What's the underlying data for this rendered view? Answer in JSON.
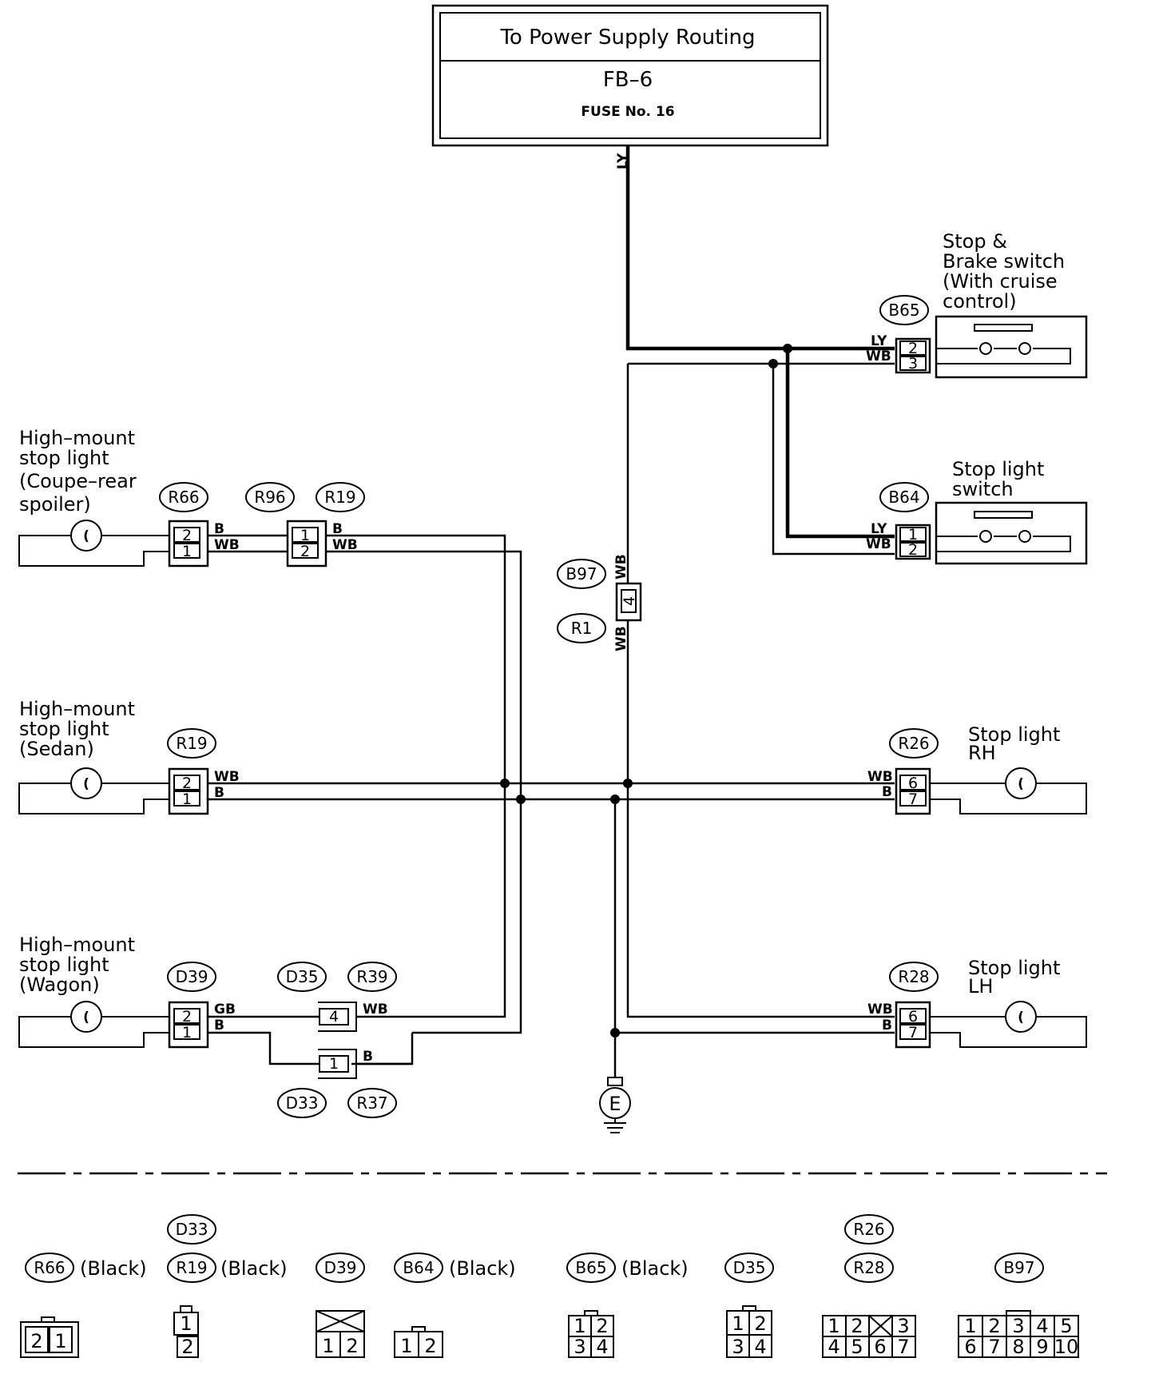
{
  "power_box": {
    "title": "To Power Supply Routing",
    "code": "FB–6",
    "fuse": "FUSE No. 16"
  },
  "wire_colors": {
    "ly": "LY",
    "wb": "WB",
    "b": "B",
    "gb": "GB"
  },
  "components": {
    "stop_brake_switch": [
      "Stop &",
      "Brake switch",
      "(With cruise",
      "control)"
    ],
    "stop_light_switch": [
      "Stop light",
      "switch"
    ],
    "stop_light_rh": [
      "Stop light",
      "RH"
    ],
    "stop_light_lh": [
      "Stop light",
      "LH"
    ],
    "hm_coupe": [
      "High–mount",
      "stop light",
      "(Coupe–rear",
      "spoiler)"
    ],
    "hm_sedan": [
      "High–mount",
      "stop light",
      "(Sedan)"
    ],
    "hm_wagon": [
      "High–mount",
      "stop light",
      "(Wagon)"
    ],
    "ground": "E"
  },
  "connectors": {
    "b65": "B65",
    "b64": "B64",
    "b97": "B97",
    "r1": "R1",
    "r66": "R66",
    "r96": "R96",
    "r19": "R19",
    "r26": "R26",
    "r28": "R28",
    "d39": "D39",
    "d35": "D35",
    "r39": "R39",
    "d33": "D33",
    "r37": "R37"
  },
  "pins": {
    "b65": [
      "2",
      "3"
    ],
    "b64": [
      "1",
      "2"
    ],
    "b97": "4",
    "r66": [
      "2",
      "1"
    ],
    "r19_coupe": [
      "1",
      "2"
    ],
    "r19_sedan": [
      "2",
      "1"
    ],
    "r26": [
      "6",
      "7"
    ],
    "r28": [
      "6",
      "7"
    ],
    "d39": [
      "2",
      "1"
    ],
    "d35": "4",
    "d33": "1"
  },
  "legend": {
    "black": "(Black)",
    "r66": "R66",
    "d33": "D33",
    "r19": "R19",
    "d39": "D39",
    "b64": "B64",
    "b65": "B65",
    "d35": "D35",
    "r26": "R26",
    "r28": "R28",
    "b97": "B97",
    "r66_pins": [
      "2",
      "1"
    ],
    "r19_pins": [
      "1",
      "2"
    ],
    "d39_pins": [
      "1",
      "2"
    ],
    "b64_pins": [
      "1",
      "2"
    ],
    "b65_pins": [
      "1",
      "2",
      "3",
      "4"
    ],
    "d35_pins": [
      "1",
      "2",
      "3",
      "4"
    ],
    "r26_pins": [
      "1",
      "2",
      "3",
      "4",
      "5",
      "6",
      "7"
    ],
    "b97_pins": [
      "1",
      "2",
      "3",
      "4",
      "5",
      "6",
      "7",
      "8",
      "9",
      "10"
    ]
  }
}
